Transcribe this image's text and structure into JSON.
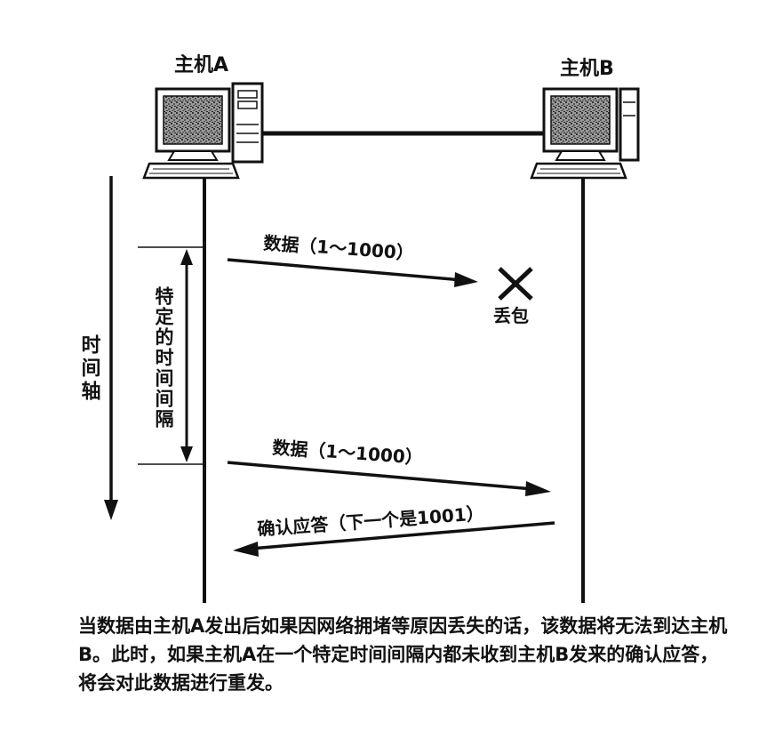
{
  "hosts": {
    "a_label": "主机A",
    "b_label": "主机B"
  },
  "messages": {
    "data_lost": "数据（1～1000）",
    "loss_label": "丢包",
    "data_resend": "数据（1～1000）",
    "ack": "确认应答（下一个是1001）"
  },
  "axis": {
    "time_axis": "时间轴",
    "interval": "特定的时间间隔"
  },
  "caption": "当数据由主机A发出后如果因网络拥堵等原因丢失的话，该数据将无法到达主机B。此时，如果主机A在一个特定时间间隔内都未收到主机B发来的确认应答，将会对此数据进行重发。"
}
